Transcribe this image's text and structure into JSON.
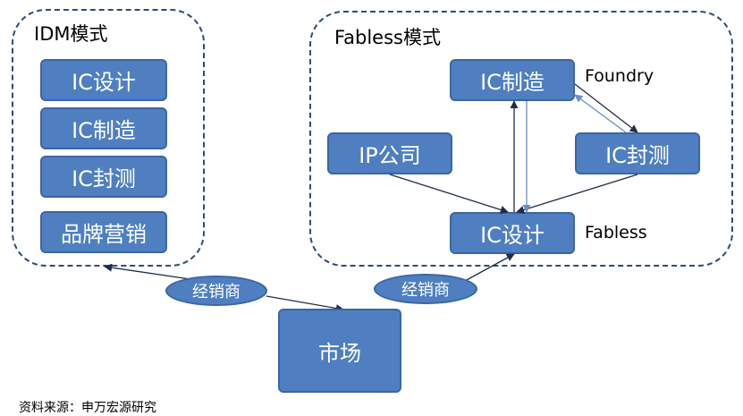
{
  "idm": {
    "title": "IDM模式",
    "boxes": [
      "IC设计",
      "IC制造",
      "IC封测",
      "品牌营销"
    ]
  },
  "fabless": {
    "title": "Fabless模式",
    "ic_manufacture": "IC制造",
    "ip_company": "IP公司",
    "ic_packaging": "IC封测",
    "ic_design": "IC设计",
    "foundry_label": "Foundry",
    "fabless_label": "Fabless"
  },
  "distributors": [
    "经销商",
    "经销商"
  ],
  "market": "市场",
  "source": "资料来源：申万宏源研究",
  "colors": {
    "box_fill": "#4f7fc0",
    "box_border": "#3a67a4",
    "group_border": "#2f4d74",
    "arrow_dark": "#1f2d4d",
    "arrow_light": "#6a8fca"
  }
}
